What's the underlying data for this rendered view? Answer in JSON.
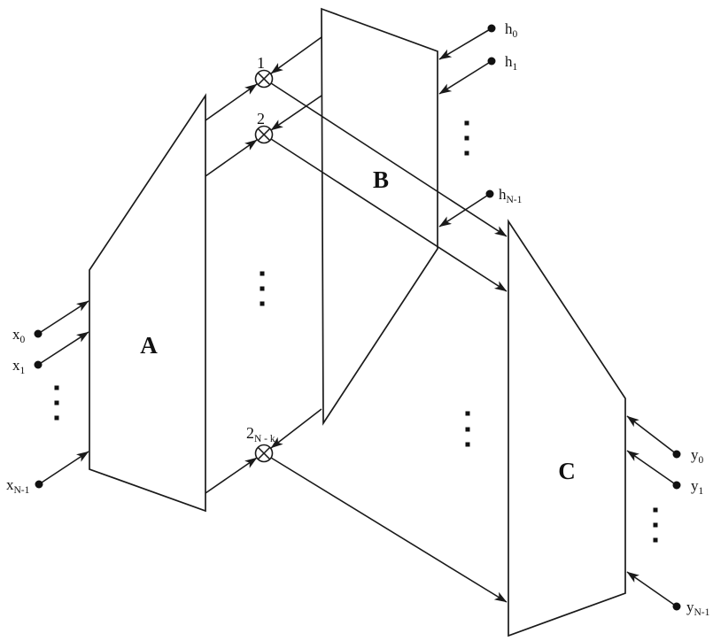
{
  "diagram_type": "signal-flow block diagram",
  "colors": {
    "line": "#1a1a1a",
    "background": "#ffffff"
  },
  "blocks": [
    {
      "label": "A"
    },
    {
      "label": "B"
    },
    {
      "label": "C"
    }
  ],
  "multipliers": [
    {
      "label": "1"
    },
    {
      "label": "2"
    },
    {
      "label": "2",
      "sub": "N - k"
    }
  ],
  "signals": {
    "x": [
      {
        "base": "x",
        "sub": "0"
      },
      {
        "base": "x",
        "sub": "1"
      },
      {
        "base": "x",
        "sub": "N-1"
      }
    ],
    "h": [
      {
        "base": "h",
        "sub": "0"
      },
      {
        "base": "h",
        "sub": "1"
      },
      {
        "base": "h",
        "sub": "N-1"
      }
    ],
    "y": [
      {
        "base": "y",
        "sub": "0"
      },
      {
        "base": "y",
        "sub": "1"
      },
      {
        "base": "y",
        "sub": "N-1"
      }
    ]
  }
}
